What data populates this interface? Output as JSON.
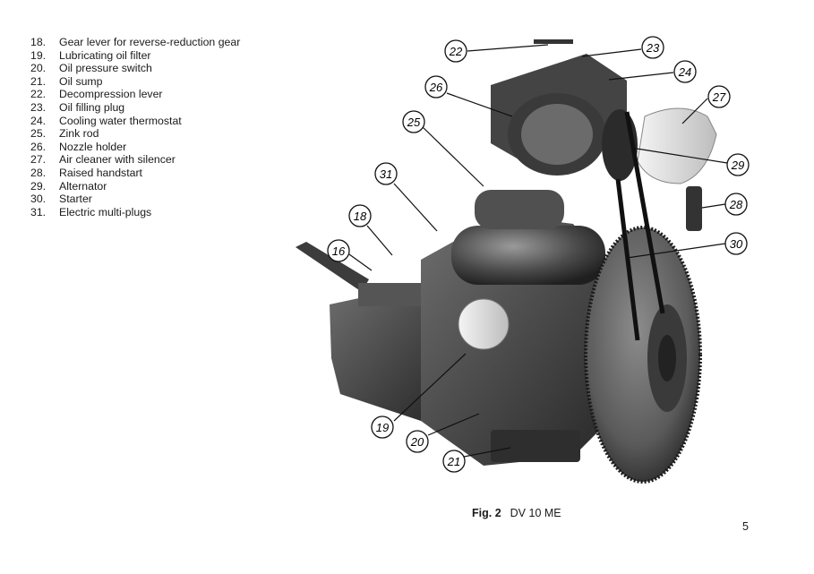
{
  "legend": [
    {
      "number": "18.",
      "label": "Gear lever for reverse-reduction gear"
    },
    {
      "number": "19.",
      "label": "Lubricating oil filter"
    },
    {
      "number": "20.",
      "label": "Oil pressure switch"
    },
    {
      "number": "21.",
      "label": "Oil sump"
    },
    {
      "number": "22.",
      "label": "Decompression lever"
    },
    {
      "number": "23.",
      "label": "Oil filling plug"
    },
    {
      "number": "24.",
      "label": "Cooling water thermostat"
    },
    {
      "number": "25.",
      "label": "Zink rod"
    },
    {
      "number": "26.",
      "label": "Nozzle holder"
    },
    {
      "number": "27.",
      "label": "Air cleaner with silencer"
    },
    {
      "number": "28.",
      "label": "Raised handstart"
    },
    {
      "number": "29.",
      "label": "Alternator"
    },
    {
      "number": "30.",
      "label": "Starter"
    },
    {
      "number": "31.",
      "label": "Electric multi-plugs"
    }
  ],
  "callouts": [
    "22",
    "23",
    "24",
    "26",
    "27",
    "25",
    "29",
    "31",
    "28",
    "18",
    "30",
    "16",
    "19",
    "20",
    "21"
  ],
  "caption": {
    "fig": "Fig. 2",
    "model": "DV 10 ME"
  },
  "page_number": "5"
}
